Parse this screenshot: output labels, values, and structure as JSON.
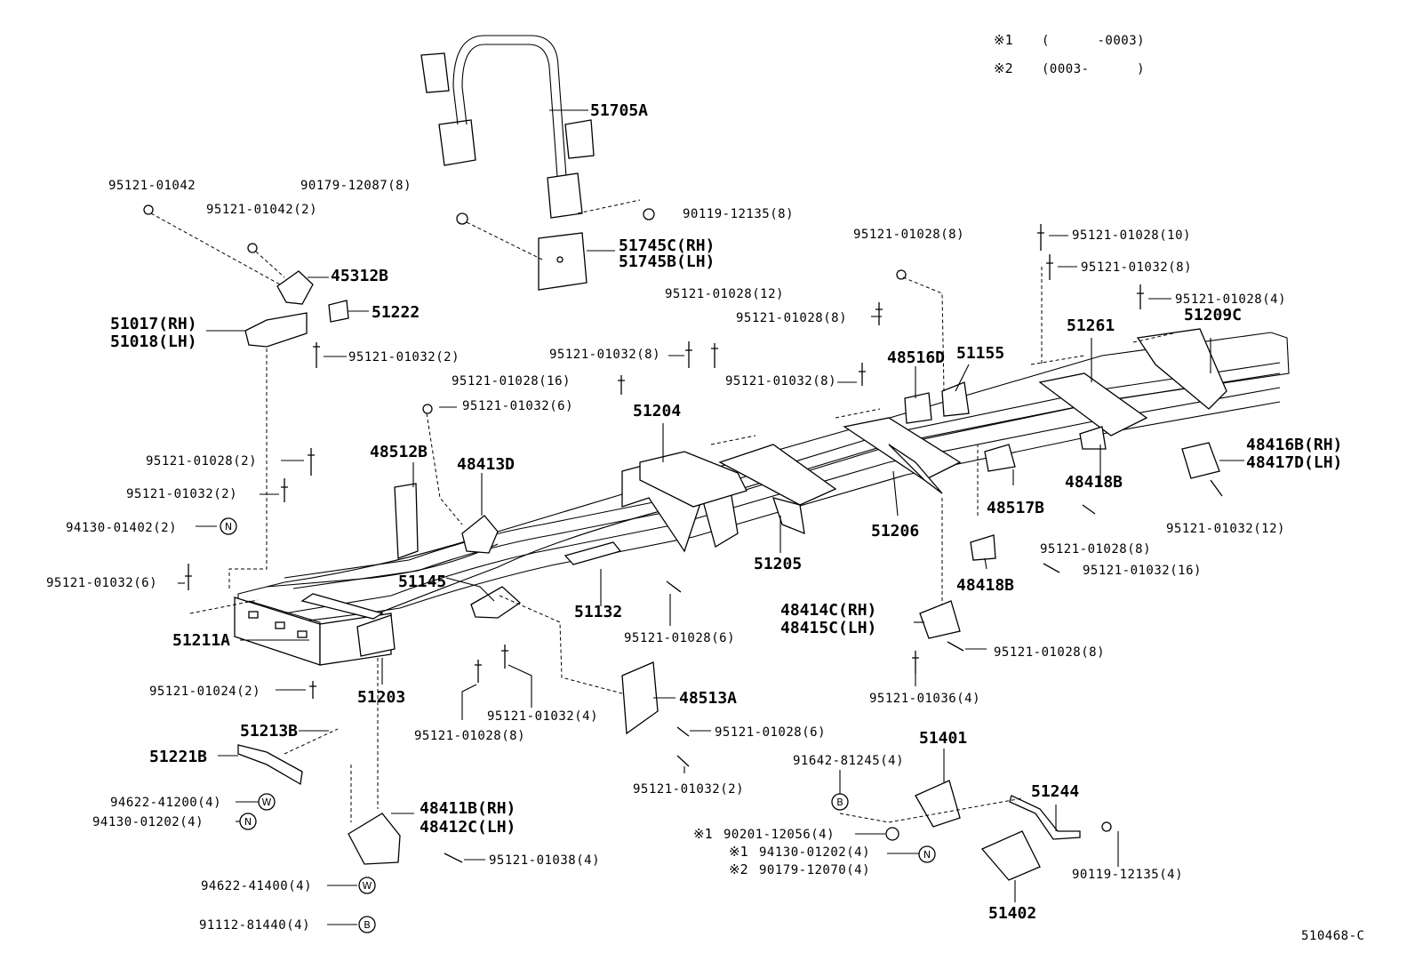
{
  "notes": {
    "note1_mark": "※1",
    "note1_range": "(      -0003)",
    "note2_mark": "※2",
    "note2_range": "(0003-      )"
  },
  "diagram_id": "510468-C",
  "symbols": {
    "N": "N",
    "W": "W",
    "B": "B"
  },
  "labels": {
    "p51705A": "51705A",
    "p95121_01042": "95121-01042",
    "p95121_01042_2": "95121-01042(2)",
    "p90179_12087_8": "90179-12087(8)",
    "p90119_12135_8": "90119-12135(8)",
    "p51745C": "51745C(RH)",
    "p51745B": "51745B(LH)",
    "p45312B": "45312B",
    "p51222": "51222",
    "p51017": "51017(RH)",
    "p51018": "51018(LH)",
    "p95121_01032_2a": "95121-01032(2)",
    "p95121_01028_8a": "95121-01028(8)",
    "p95121_01028_10": "95121-01028(10)",
    "p95121_01032_8a": "95121-01032(8)",
    "p95121_01028_4": "95121-01028(4)",
    "p95121_01028_12": "95121-01028(12)",
    "p95121_01028_8b": "95121-01028(8)",
    "p51261": "51261",
    "p51209C": "51209C",
    "p95121_01032_8b": "95121-01032(8)",
    "p48516D": "48516D",
    "p51155": "51155",
    "p95121_01028_16": "95121-01028(16)",
    "p95121_01032_8c": "95121-01032(8)",
    "p95121_01032_6a": "95121-01032(6)",
    "p51204": "51204",
    "p95121_01028_2": "95121-01028(2)",
    "p48512B": "48512B",
    "p48413D": "48413D",
    "p95121_01032_2b": "95121-01032(2)",
    "p94130_01402_2": "94130-01402(2)",
    "p95121_01032_6b": "95121-01032(6)",
    "p48416B": "48416B(RH)",
    "p48417D": "48417D(LH)",
    "p48418Ba": "48418B",
    "p48517B": "48517B",
    "p51206": "51206",
    "p95121_01032_12": "95121-01032(12)",
    "p95121_01028_8c": "95121-01028(8)",
    "p51205": "51205",
    "p95121_01032_16": "95121-01032(16)",
    "p48418Bb": "48418B",
    "p51145": "51145",
    "p51132": "51132",
    "p48414C": "48414C(RH)",
    "p48415C": "48415C(LH)",
    "p51211A": "51211A",
    "p95121_01028_6a": "95121-01028(6)",
    "p95121_01028_8d": "95121-01028(8)",
    "p95121_01024_2": "95121-01024(2)",
    "p51203": "51203",
    "p48513A": "48513A",
    "p95121_01036_4": "95121-01036(4)",
    "p95121_01032_4": "95121-01032(4)",
    "p95121_01028_8e": "95121-01028(8)",
    "p95121_01028_6b": "95121-01028(6)",
    "p51213B": "51213B",
    "p51221B": "51221B",
    "p51401": "51401",
    "p91642_81245_4": "91642-81245(4)",
    "p95121_01032_2c": "95121-01032(2)",
    "p51244": "51244",
    "p94622_41200_4": "94622-41200(4)",
    "p94130_01202_4a": "94130-01202(4)",
    "p48411B": "48411B(RH)",
    "p48412C": "48412C(LH)",
    "p95121_01038_4": "95121-01038(4)",
    "p90201_12056_4": "90201-12056(4)",
    "p94130_01202_4b": "94130-01202(4)",
    "p90179_12070_4": "90179-12070(4)",
    "p90119_12135_4": "90119-12135(4)",
    "p94622_41400_4": "94622-41400(4)",
    "p51402": "51402",
    "p91112_81440_4": "91112-81440(4)"
  },
  "marks": {
    "m1": "※1",
    "m1b": "※1",
    "m2": "※2"
  }
}
